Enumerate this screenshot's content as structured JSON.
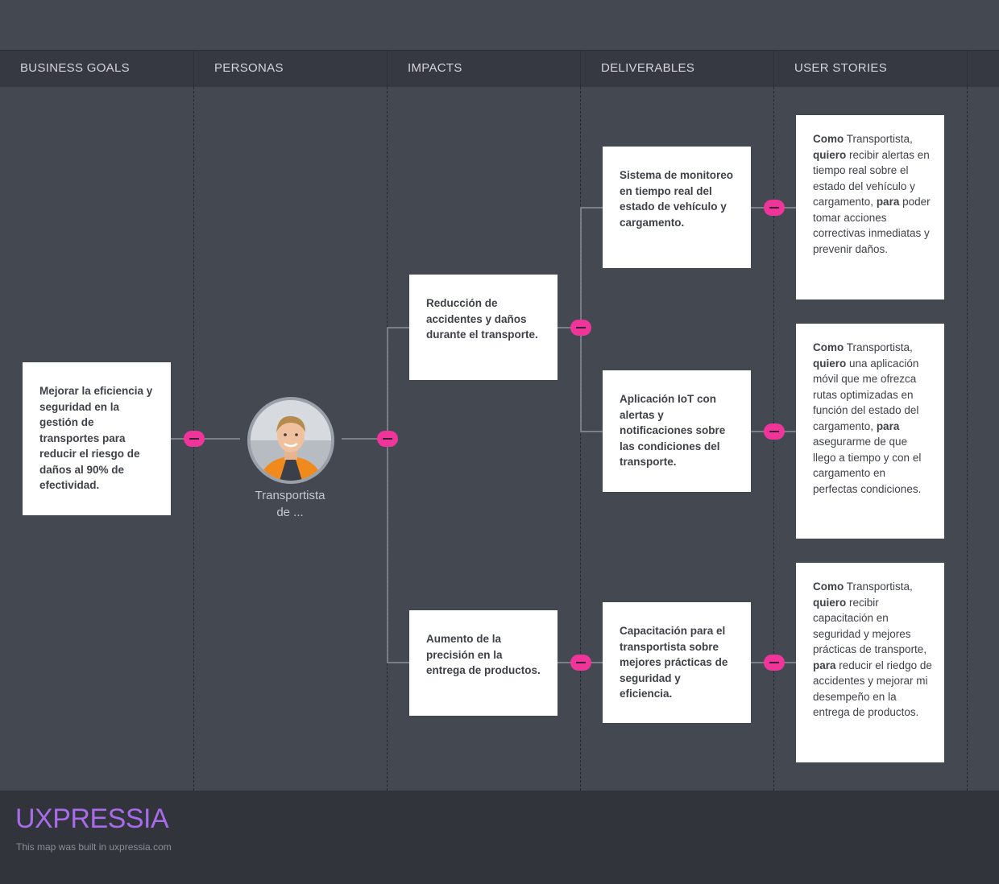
{
  "columns": {
    "goals": "BUSINESS GOALS",
    "personas": "PERSONAS",
    "impacts": "IMPACTS",
    "deliverables": "DELIVERABLES",
    "stories": "USER STORIES"
  },
  "goal": "Mejorar la eficiencia y seguridad en la gestión de transportes para reducir el riesgo de daños al 90% de efectividad.",
  "persona": {
    "name_line1": "Transportista",
    "name_line2": "de ..."
  },
  "impacts": [
    "Reducción de accidentes y daños durante el transporte.",
    "Aumento de la precisión en la entrega de productos."
  ],
  "deliverables": [
    "Sistema de monitoreo en tiempo real del estado de vehículo y cargamento.",
    "Aplicación IoT con alertas y notificaciones sobre las condiciones del transporte.",
    "Capacitación para el transportista sobre mejores prácticas de seguridad y eficiencia."
  ],
  "stories": [
    {
      "como_kw": "Como",
      "role": " Transportista,",
      "quiero_kw": "quiero",
      "want": " recibir alertas en tiempo real sobre el estado del vehículo y cargamento,",
      "para_kw": "para",
      "benefit": " poder tomar acciones correctivas inmediatas y prevenir daños."
    },
    {
      "como_kw": "Como",
      "role": " Transportista,",
      "quiero_kw": "quiero",
      "want": " una aplicación móvil que me ofrezca rutas optimizadas en función del estado del cargamento,",
      "para_kw": "para",
      "benefit": " asegurarme de que llego a tiempo y con el cargamento en perfectas condiciones."
    },
    {
      "como_kw": "Como",
      "role": " Transportista,",
      "quiero_kw": "quiero",
      "want": " recibir capacitación en seguridad y mejores prácticas de transporte,",
      "para_kw": "para",
      "benefit": " reducir el riedgo de accidentes y mejorar mi desempeño en la entrega de productos."
    }
  ],
  "footer": {
    "logo": "UXPRESSIA",
    "note": "This map was built in uxpressia.com"
  },
  "colors": {
    "accent": "#f0359a",
    "logo": "#a86bea",
    "background": "#444851"
  }
}
